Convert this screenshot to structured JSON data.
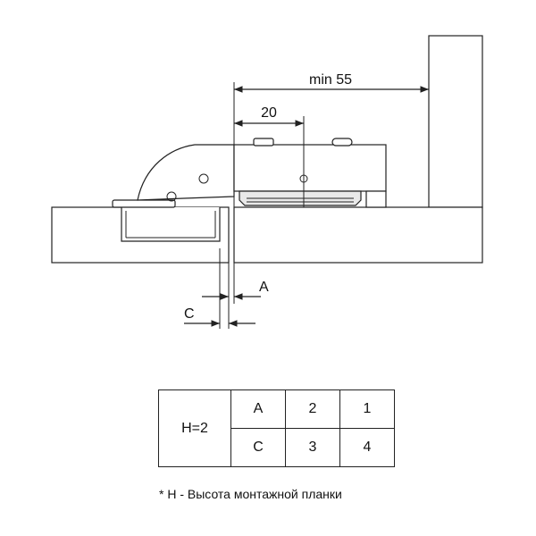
{
  "dimensions": {
    "min_55": "min 55",
    "twenty": "20",
    "a_label": "A",
    "c_label": "C"
  },
  "table": {
    "h_label": "H=2",
    "rows": [
      [
        "A",
        "2",
        "1"
      ],
      [
        "C",
        "3",
        "4"
      ]
    ]
  },
  "footnote": "* H - Высота монтажной планки",
  "colors": {
    "line": "#222222",
    "background": "#ffffff"
  }
}
